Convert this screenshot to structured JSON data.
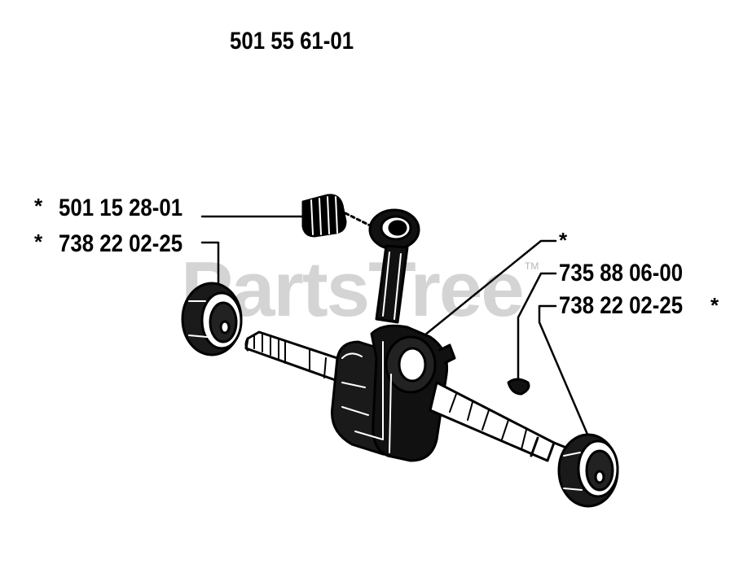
{
  "diagram": {
    "assembly_number": "501 55 61-01",
    "watermark": "PartsTree",
    "watermark_tm": "TM",
    "asterisk": "*",
    "callouts": [
      {
        "id": "needle-bearing",
        "part": "501 15 28-01",
        "starred": true
      },
      {
        "id": "left-ball-bearing",
        "part": "738 22 02-25",
        "starred": true
      },
      {
        "id": "crankshaft",
        "part": "",
        "starred": true
      },
      {
        "id": "key",
        "part": "735 88 06-00",
        "starred": false
      },
      {
        "id": "right-ball-bearing",
        "part": "738 22 02-25",
        "starred": true
      }
    ]
  }
}
